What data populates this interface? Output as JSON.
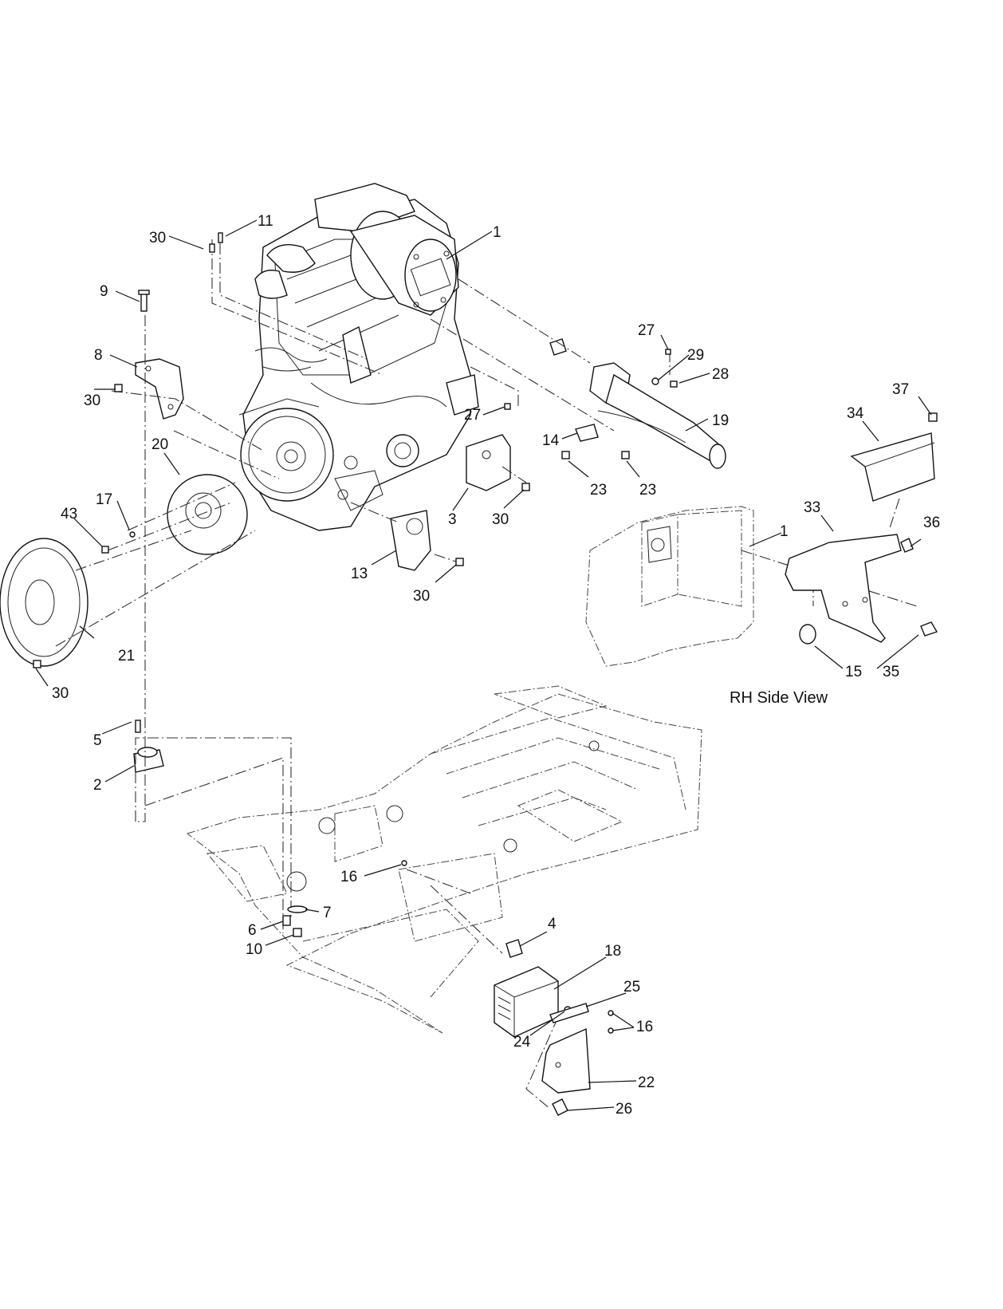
{
  "callouts": {
    "c1_top": "1",
    "c1_side": "1",
    "c2": "2",
    "c3": "3",
    "c4": "4",
    "c5": "5",
    "c6": "6",
    "c7": "7",
    "c8": "8",
    "c9": "9",
    "c10": "10",
    "c11": "11",
    "c13": "13",
    "c14": "14",
    "c15": "15",
    "c16_a": "16",
    "c16_b": "16",
    "c17": "17",
    "c18": "18",
    "c19": "19",
    "c20": "20",
    "c21": "21",
    "c22": "22",
    "c23_a": "23",
    "c23_b": "23",
    "c24": "24",
    "c25": "25",
    "c26": "26",
    "c27_a": "27",
    "c27_b": "27",
    "c28": "28",
    "c29": "29",
    "c30_a": "30",
    "c30_b": "30",
    "c30_c": "30",
    "c30_d": "30",
    "c30_e": "30",
    "c33": "33",
    "c34": "34",
    "c35": "35",
    "c36": "36",
    "c37": "37",
    "c43": "43"
  },
  "labels": {
    "rh_side_view": "RH Side View"
  }
}
